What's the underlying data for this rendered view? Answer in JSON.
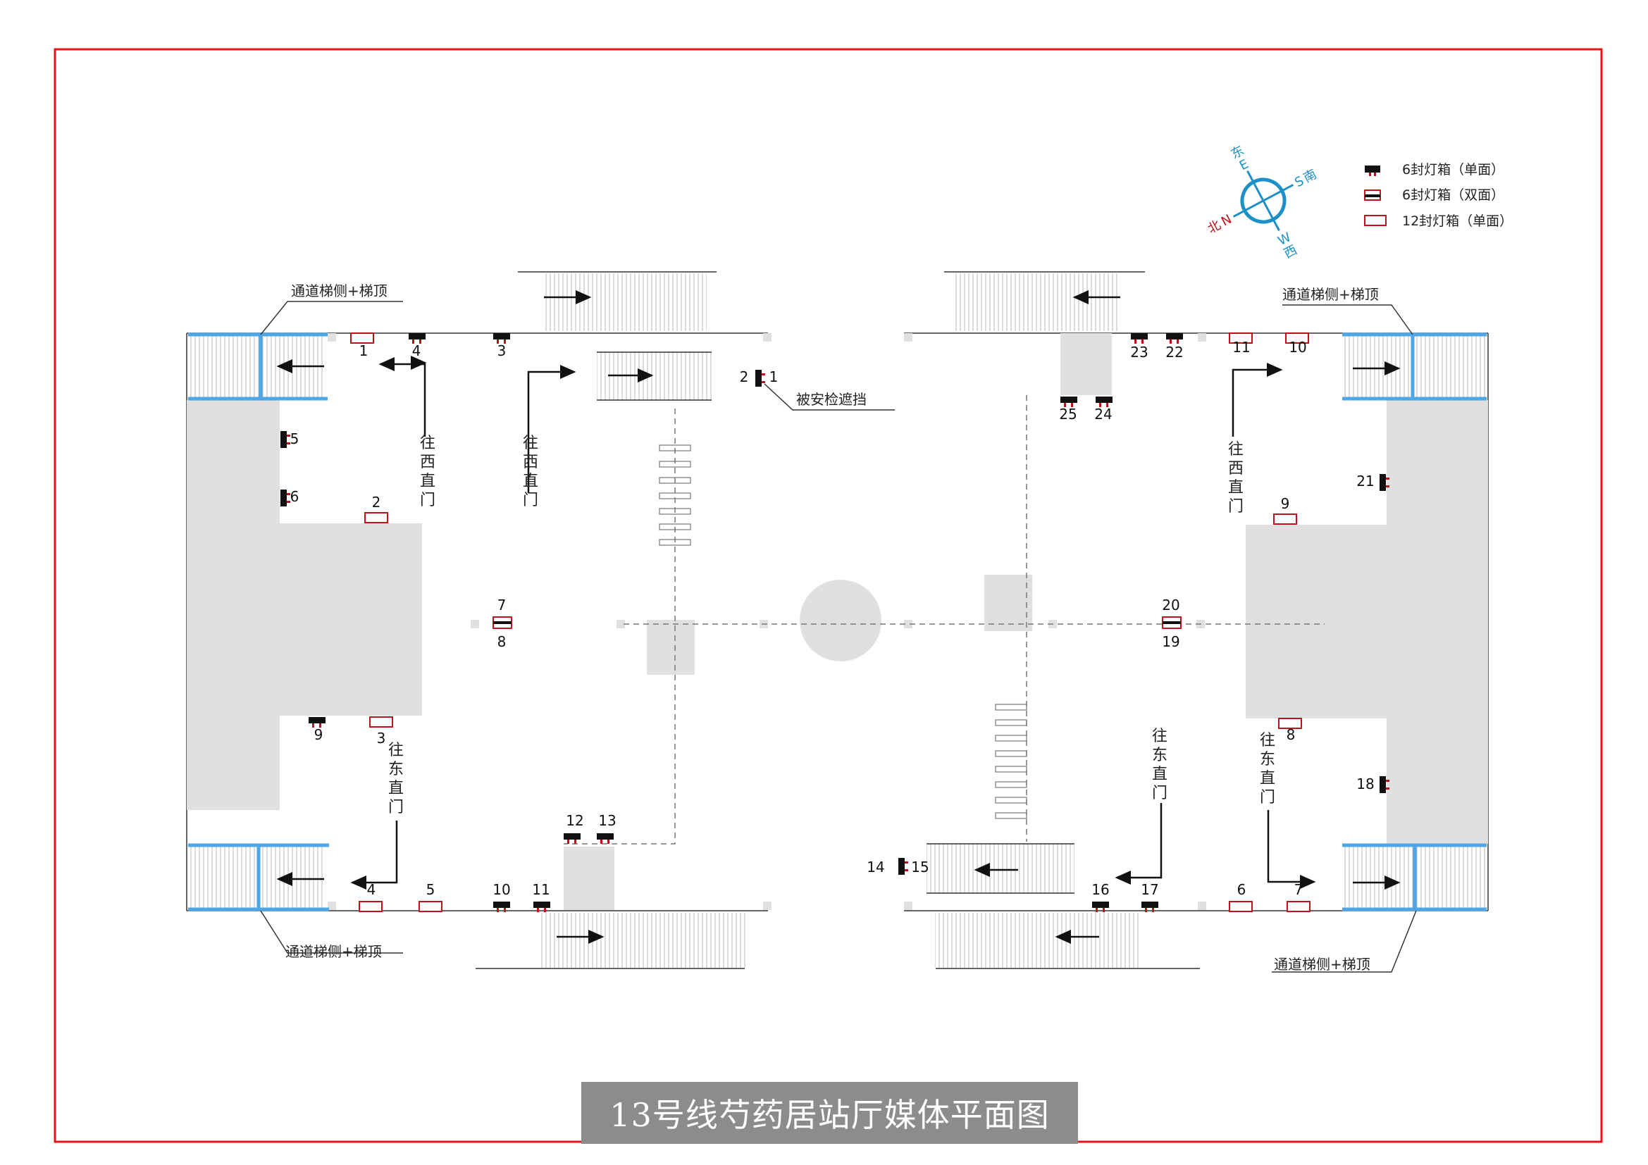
{
  "title": "13号线芍药居站厅媒体平面图",
  "colors": {
    "frame": "#e8141c",
    "accent": "#c0101a",
    "glass": "#4da6e8",
    "compass": "#1e90c8",
    "gray": "#e0e0e0"
  },
  "legend": [
    {
      "type": "single6",
      "label": "6封灯箱（单面）"
    },
    {
      "type": "double6",
      "label": "6封灯箱（双面）"
    },
    {
      "type": "single12",
      "label": "12封灯箱（单面）"
    }
  ],
  "compass": {
    "east": "东",
    "east_en": "E",
    "south": "南",
    "south_en": "S",
    "west": "西",
    "west_en": "W",
    "north": "北",
    "north_en": "N"
  },
  "stair_label": "通道梯侧+梯顶",
  "blocked_note": "被安检遮挡",
  "dir_west": "往西直门",
  "dir_east": "往东直门",
  "left_numbers": {
    "n1": "1",
    "n2": "2",
    "n3": "3",
    "n4": "4",
    "n5": "5",
    "n6": "6",
    "n7": "7",
    "n8": "8",
    "n9": "9",
    "n10": "10",
    "n11": "11",
    "n12": "12",
    "n13": "13",
    "b1": "1",
    "b2": "2",
    "b3": "3",
    "b4": "4",
    "b5": "5"
  },
  "right_numbers": {
    "n14": "14",
    "n15": "15",
    "n16": "16",
    "n17": "17",
    "n18": "18",
    "n19": "19",
    "n20": "20",
    "n21": "21",
    "n22": "22",
    "n23": "23",
    "n24": "24",
    "n25": "25",
    "b6": "6",
    "b7": "7",
    "b8": "8",
    "b9": "9",
    "b10": "10",
    "b11": "11"
  }
}
